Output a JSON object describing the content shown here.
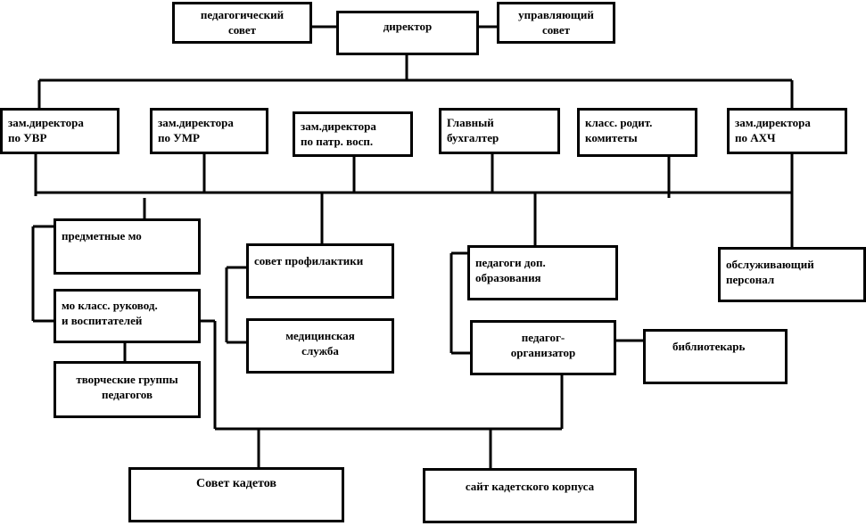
{
  "nodes": {
    "ped_sovet": "педагогический\nсовет",
    "director": "директор",
    "upr_sovet": "управляющий\nсовет",
    "zam_uvr": "зам.директора\nпо УВР",
    "zam_umr": "зам.директора\nпо УМР",
    "zam_patr": "зам.директора\nпо патр.  восп.",
    "glav_buh": "Главный\nбухгалтер",
    "klass_rodit": "класс. родит.\nкомитеты",
    "zam_ahch": "зам.директора\nпо АХЧ",
    "predmet_mo": "предметные мо",
    "mo_klass": "мо класс. руковод.\nи воспитателей",
    "tvorch_gruppy": "творческие группы\nпедагогов",
    "sovet_profil": "совет профилактики",
    "med_sluzhba": "медицинская\nслужба",
    "pedagogi_dop": "педагоги доп.\nобразования",
    "ped_organizator": "педагог-\nорганизатор",
    "bibliotekar": "библиотекарь",
    "obsluzh_personal": "обслуживающий\nперсонал",
    "sovet_kadetov": "Совет кадетов",
    "sait_korpusa": "сайт кадетского корпуса"
  }
}
